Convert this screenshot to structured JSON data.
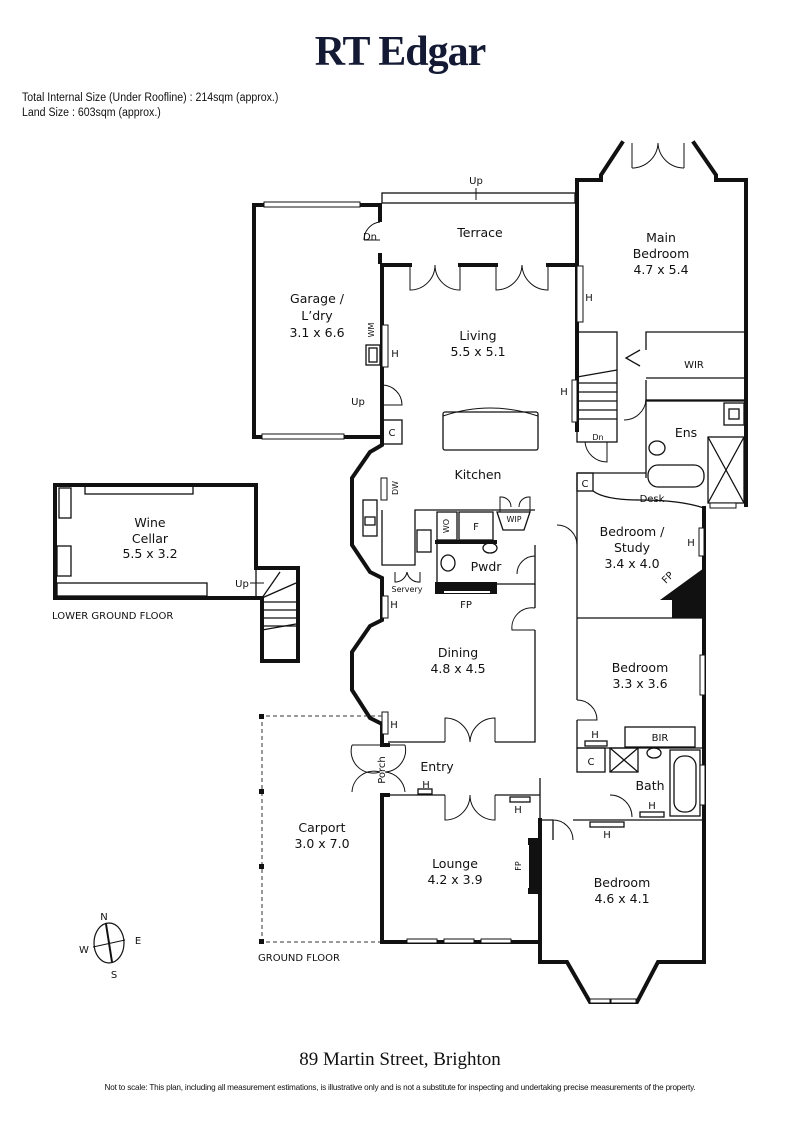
{
  "header": {
    "brand": "RT Edgar",
    "total_internal_size": "Total Internal Size (Under Roofline) :  214sqm (approx.)",
    "land_size": "Land Size :  603sqm (approx.)"
  },
  "floors": {
    "lower_ground": "LOWER GROUND FLOOR",
    "ground": "GROUND FLOOR"
  },
  "rooms": {
    "terrace": {
      "name": "Terrace"
    },
    "main_bedroom": {
      "name1": "Main",
      "name2": "Bedroom",
      "size": "4.7 x 5.4"
    },
    "garage": {
      "name1": "Garage /",
      "name2": "L’dry",
      "size": "3.1 x 6.6"
    },
    "living": {
      "name": "Living",
      "size": "5.5 x 5.1"
    },
    "wir": {
      "name": "WIR"
    },
    "ens": {
      "name": "Ens"
    },
    "kitchen": {
      "name": "Kitchen"
    },
    "wine_cellar": {
      "name1": "Wine",
      "name2": "Cellar",
      "size": "5.5 x 3.2"
    },
    "bedroom_study": {
      "name1": "Bedroom /",
      "name2": "Study",
      "size": "3.4 x 4.0"
    },
    "pwdr": {
      "name": "Pwdr"
    },
    "dining": {
      "name": "Dining",
      "size": "4.8 x 4.5"
    },
    "bedroom2": {
      "name": "Bedroom",
      "size": "3.3 x 3.6"
    },
    "bir": {
      "name": "BIR"
    },
    "bath": {
      "name": "Bath"
    },
    "entry": {
      "name": "Entry"
    },
    "porch": {
      "name": "Porch"
    },
    "carport": {
      "name": "Carport",
      "size": "3.0 x 7.0"
    },
    "lounge": {
      "name": "Lounge",
      "size": "4.2 x 3.9"
    },
    "bedroom3": {
      "name": "Bedroom",
      "size": "4.6 x 4.1"
    },
    "desk": {
      "name": "Desk"
    },
    "servery": {
      "name": "Servery"
    }
  },
  "fixtures": {
    "up": "Up",
    "dn": "Dn",
    "heater": "H",
    "cupboard": "C",
    "fireplace": "FP",
    "washing_machine": "WM",
    "dishwasher": "DW",
    "wall_oven": "WO",
    "fridge": "F",
    "wip": "WIP"
  },
  "compass": {
    "n": "N",
    "e": "E",
    "s": "S",
    "w": "W"
  },
  "footer": {
    "address": "89 Martin Street, Brighton",
    "disclaimer": "Not to scale: This plan, including all measurement estimations, is illustrative only and is not a substitute for inspecting and undertaking precise measurements of the property."
  }
}
